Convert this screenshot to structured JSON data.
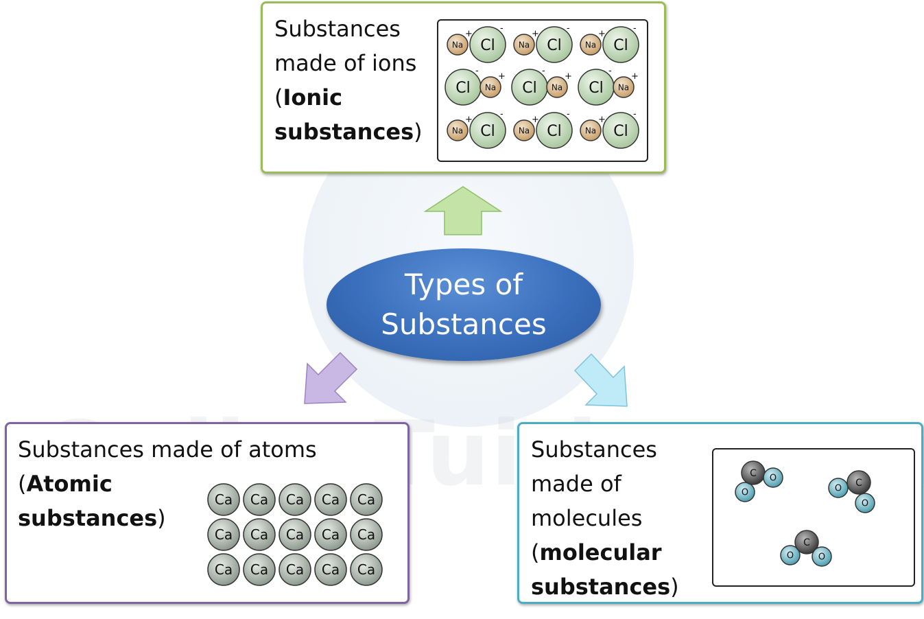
{
  "watermark": "OnlineTuition.com.my",
  "center": {
    "line1": "Types of",
    "line2": "Substances"
  },
  "ionic": {
    "line1": "Substances",
    "line2": "made of ions",
    "paren_open": "(",
    "bold1": "Ionic",
    "bold2": "substances",
    "paren_close": ")",
    "cation": "Na",
    "anion": "Cl",
    "plus": "+",
    "minus": "-"
  },
  "atomic": {
    "line1": "Substances made of atoms",
    "paren_open": "(",
    "bold1": "Atomic",
    "bold2": "substances",
    "paren_close": ")",
    "atom": "Ca"
  },
  "molecular": {
    "line1": "Substances",
    "line2": "made of",
    "line3": "molecules",
    "paren_open": "(",
    "bold1": "molecular",
    "bold2": "substances",
    "paren_close": ")",
    "carbon": "C",
    "oxygen": "O"
  },
  "colors": {
    "ionic_border": "#9bbb59",
    "atomic_border": "#8064a2",
    "molecular_border": "#4bacc6",
    "center_fill": "#3a6fbd",
    "arrow_up": "#c4e3a6",
    "arrow_left": "#c9b8e3",
    "arrow_right": "#bfeaf7"
  }
}
